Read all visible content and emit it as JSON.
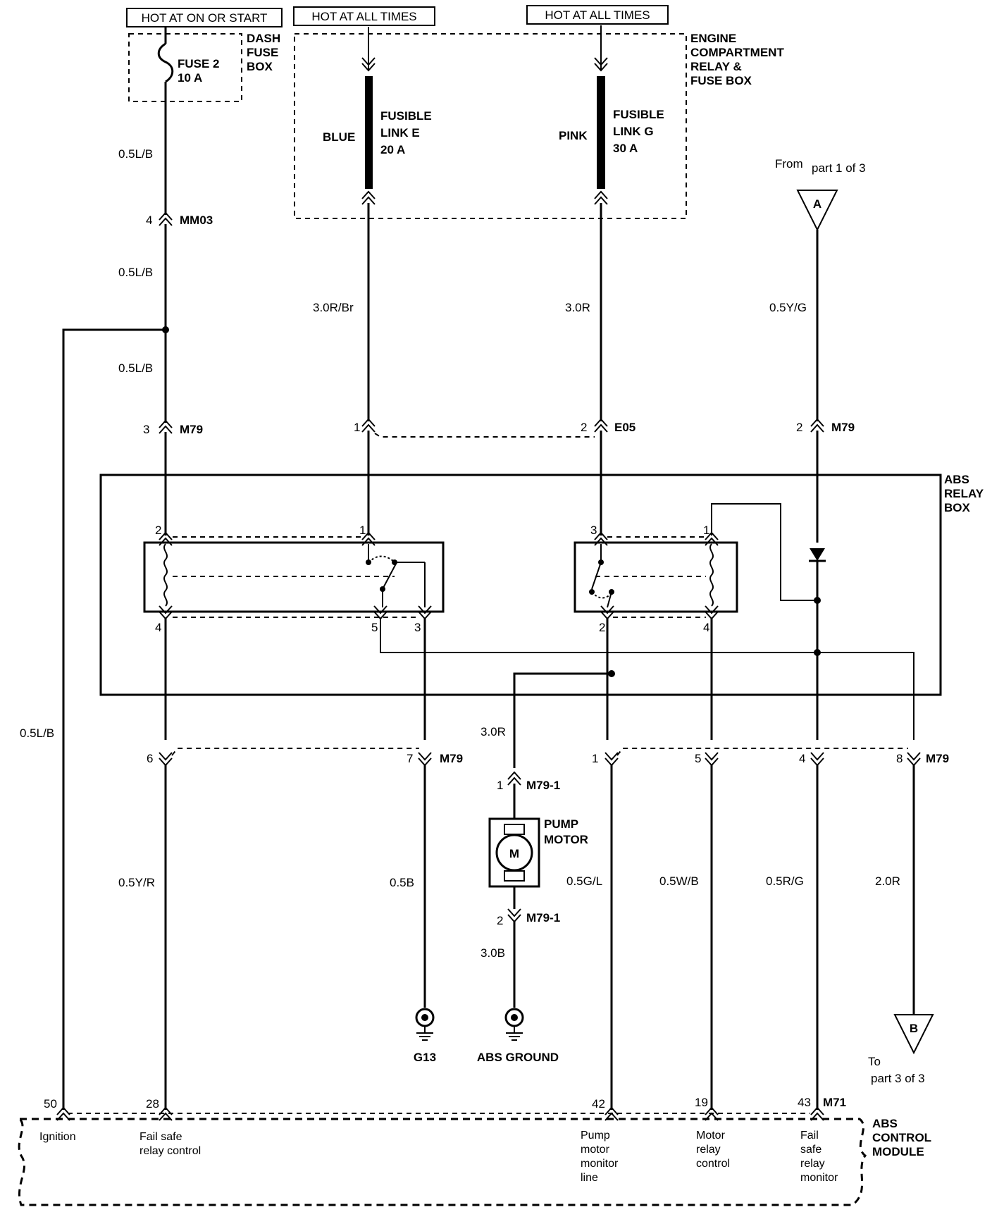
{
  "sources": {
    "hot_on_start": "HOT AT ON OR START",
    "hot_all_1": "HOT AT ALL TIMES",
    "hot_all_2": "HOT AT ALL TIMES"
  },
  "dash_fuse_box": {
    "title_l1": "DASH",
    "title_l2": "FUSE",
    "title_l3": "BOX",
    "fuse_l1": "FUSE 2",
    "fuse_l2": "10 A"
  },
  "engine_box": {
    "title_l1": "ENGINE",
    "title_l2": "COMPARTMENT",
    "title_l3": "RELAY &",
    "title_l4": "FUSE BOX",
    "link_e_color": "BLUE",
    "link_e_l1": "FUSIBLE",
    "link_e_l2": "LINK E",
    "link_e_l3": "20 A",
    "link_g_color": "PINK",
    "link_g_l1": "FUSIBLE",
    "link_g_l2": "LINK G",
    "link_g_l3": "30 A"
  },
  "offpage": {
    "from_label_1": "From",
    "from_label_2": "part 1 of 3",
    "a": "A",
    "b": "B",
    "to_label_1": "To",
    "to_label_2": "part 3 of 3"
  },
  "wires": {
    "w1": "0.5L/B",
    "w2": "0.5L/B",
    "w3": "0.5L/B",
    "w4": "0.5L/B",
    "w5": "3.0R/Br",
    "w6": "3.0R",
    "w7": "0.5Y/G",
    "w8": "3.0R",
    "w9": "0.5Y/R",
    "w10": "0.5B",
    "w11": "3.0B",
    "w12": "0.5G/L",
    "w13": "0.5W/B",
    "w14": "0.5R/G",
    "w15": "2.0R"
  },
  "connectors": {
    "mm03": "MM03",
    "mm03_pin": "4",
    "m79_pin_3": "3",
    "m79_top": "M79",
    "e05_pin_1": "1",
    "e05_pin_2": "2",
    "e05": "E05",
    "m79_pin_2": "2",
    "m79_right": "M79",
    "m79_pin_6": "6",
    "m79_pin_7": "7",
    "m79_bottom": "M79",
    "m79_pin_1": "1",
    "m79_pin_5": "5",
    "m79_pin_4": "4",
    "m79_pin_8": "8",
    "m79_bottom_right": "M79",
    "m79_1_pin1": "1",
    "m79_1_top": "M79-1",
    "m79_1_pin2": "2",
    "m79_1_bottom": "M79-1",
    "m71": "M71"
  },
  "relay_box": {
    "title_l1": "ABS",
    "title_l2": "RELAY",
    "title_l3": "BOX",
    "r1_pin2": "2",
    "r1_pin1": "1",
    "r1_pin4": "4",
    "r1_pin5": "5",
    "r1_pin3": "3",
    "r2_pin3": "3",
    "r2_pin1": "1",
    "r2_pin2": "2",
    "r2_pin4": "4"
  },
  "pump_motor": {
    "label_l1": "PUMP",
    "label_l2": "MOTOR",
    "symbol": "M"
  },
  "grounds": {
    "g13": "G13",
    "abs_ground": "ABS GROUND"
  },
  "module": {
    "title_l1": "ABS",
    "title_l2": "CONTROL",
    "title_l3": "MODULE",
    "pin_50": "50",
    "pin_28": "28",
    "pin_42": "42",
    "pin_19": "19",
    "pin_43": "43",
    "ignition": "Ignition",
    "fail_safe_l1": "Fail safe",
    "fail_safe_l2": "relay control",
    "pump_l1": "Pump",
    "pump_l2": "motor",
    "pump_l3": "monitor",
    "pump_l4": "line",
    "motor_l1": "Motor",
    "motor_l2": "relay",
    "motor_l3": "control",
    "monitor_l1": "Fail",
    "monitor_l2": "safe",
    "monitor_l3": "relay",
    "monitor_l4": "monitor"
  }
}
